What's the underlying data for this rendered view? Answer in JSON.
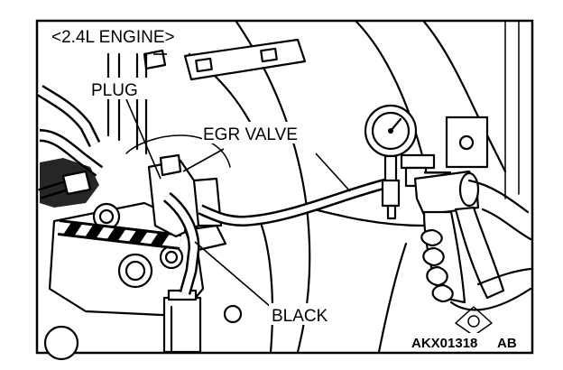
{
  "diagram": {
    "labels": {
      "engine": "<2.4L ENGINE>",
      "plug": "PLUG",
      "egr_valve": "EGR VALVE",
      "black": "BLACK",
      "figure_code": "AKX01318",
      "figure_suffix": "AB"
    }
  }
}
